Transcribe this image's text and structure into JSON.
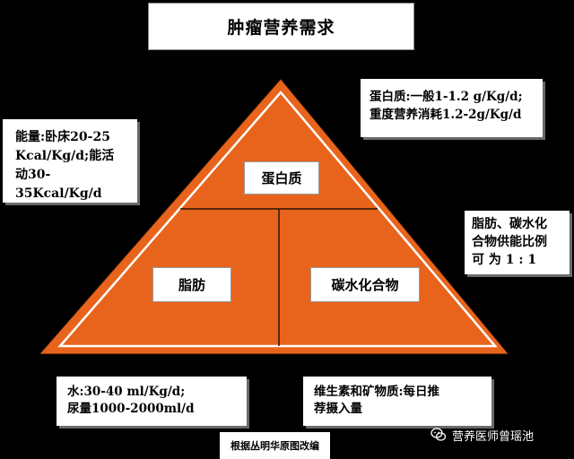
{
  "title": "肿瘤营养需求",
  "energy": {
    "lines": [
      "能量:卧床20-25",
      "Kcal/Kg/d;能活",
      "动30-35Kcal/Kg/d"
    ]
  },
  "protein_need": {
    "lines": [
      "蛋白质:一般1-1.2 g/Kg/d;",
      "重度营养消耗1.2-2g/Kg/d"
    ]
  },
  "ratio": {
    "lines": [
      "脂肪、碳水化",
      "合物供能比例",
      "可 为 1 : 1"
    ]
  },
  "pyramid": {
    "top_label": "蛋白质",
    "left_label": "脂肪",
    "right_label": "碳水化合物"
  },
  "water": {
    "lines": [
      "水:30-40 ml/Kg/d;",
      "尿量1000-2000ml/d"
    ]
  },
  "vitamins": {
    "lines": [
      "维生素和矿物质:每日推",
      "荐摄入量"
    ]
  },
  "source": "根据丛明华原图改编",
  "watermark": {
    "text": "营养医师曾瑶池",
    "icon": "wechat-icon"
  },
  "colors": {
    "background": "#000000",
    "pyramid_fill": "#e8641c",
    "pyramid_inner_line": "#ffffff",
    "divider": "#2a1200",
    "box": "#ffffff"
  }
}
